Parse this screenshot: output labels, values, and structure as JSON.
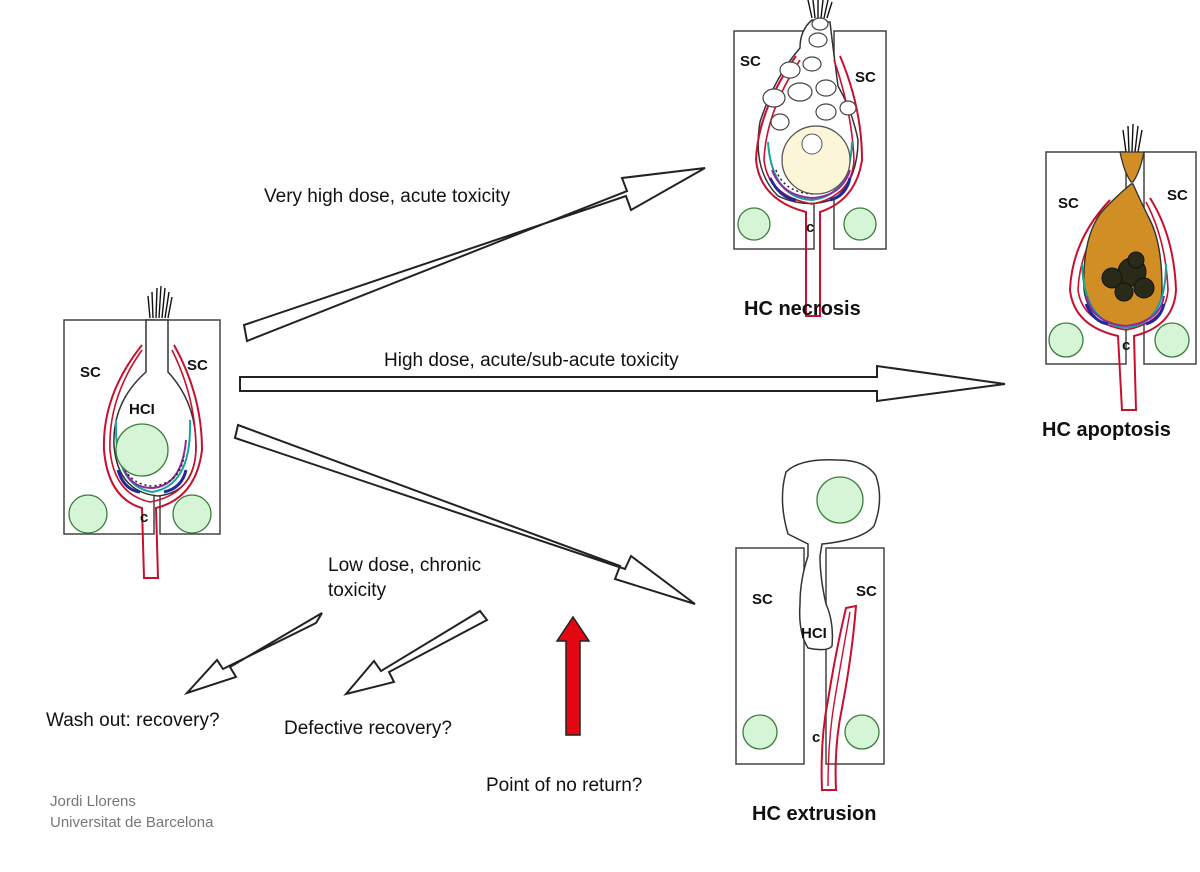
{
  "arrows": {
    "very_high_dose": "Very high dose, acute toxicity",
    "high_dose": "High dose, acute/sub-acute toxicity",
    "low_dose_line1": "Low dose, chronic",
    "low_dose_line2": "toxicity"
  },
  "outcomes": {
    "necrosis": "HC necrosis",
    "apoptosis": "HC apoptosis",
    "extrusion": "HC extrusion",
    "wash_out": "Wash out: recovery?",
    "defective": "Defective recovery?",
    "no_return": "Point of no return?"
  },
  "cell_labels": {
    "supporting_cell": "SC",
    "hair_cell": "HCI",
    "calyx": "c"
  },
  "credit": {
    "author": "Jordi Llorens",
    "institution": "Universitat de Barcelona"
  },
  "colors": {
    "calyx_red": "#c8102e",
    "nucleus_green": "#d6f5d6",
    "nucleus_stroke": "#3a7d3a",
    "teal_layer": "#1aa39a",
    "purple_layer": "#8e2aa0",
    "blue_layer": "#1f2a9c",
    "necrotic_fill": "#fbf6d8",
    "apoptotic_fill": "#d08e24",
    "apoptotic_body": "#2a2a18",
    "red_arrow": "#e30613"
  }
}
